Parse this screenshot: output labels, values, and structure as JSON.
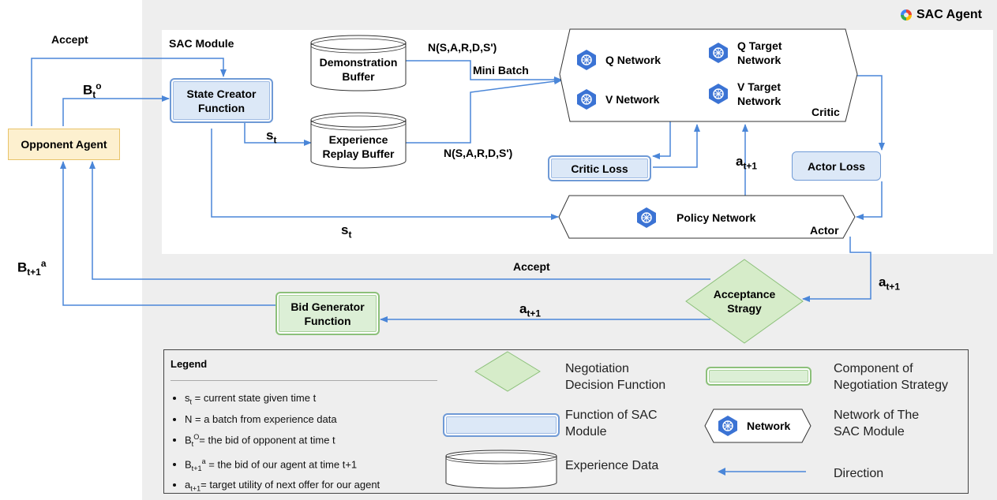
{
  "agent_title": "SAC Agent",
  "module_title": "SAC Module",
  "nodes": {
    "opponent": "Opponent Agent",
    "state_creator": [
      "State Creator",
      "Function"
    ],
    "demo_buffer": [
      "Demonstration",
      "Buffer"
    ],
    "exp_buffer": [
      "Experience",
      "Replay Buffer"
    ],
    "q_network": "Q Network",
    "v_network": "V Network",
    "q_target": [
      "Q Target",
      "Network"
    ],
    "v_target": [
      "V Target",
      "Network"
    ],
    "critic": "Critic",
    "critic_loss": "Critic Loss",
    "actor_loss": "Actor Loss",
    "policy": "Policy Network",
    "actor": "Actor",
    "acceptance": [
      "Acceptance",
      "Stragy"
    ],
    "bid_gen": [
      "Bid Generator",
      "Function"
    ]
  },
  "edge_labels": {
    "accept_top": "Accept",
    "bt_o": "B",
    "bt_o_sub": "t",
    "bt_o_sup": "o",
    "st": "s",
    "st_sub": "t",
    "n_top": "N(S,A,R,D,S')",
    "mini_batch": "Mini Batch",
    "n_bottom": "N(S,A,R,D,S')",
    "a": "a",
    "a_sub": "t+1",
    "accept_mid": "Accept",
    "b_ta": "B",
    "b_ta_sub": "t+1",
    "b_ta_sup": "a"
  },
  "legend": {
    "title": "Legend",
    "items": [
      {
        "main": "s",
        "sub": "t",
        "sup": "",
        "rest": " = current state given time t"
      },
      {
        "main": "N",
        "sub": "",
        "sup": "",
        "rest": " = a batch from experience data"
      },
      {
        "main": "B",
        "sub": "t",
        "sup": "O",
        "rest": "= the bid of opponent at time t"
      },
      {
        "main": "B",
        "sub": "t+1",
        "sup": "a",
        "rest": " = the bid of our agent at time t+1"
      },
      {
        "main": "a",
        "sub": "t+1",
        "sup": "",
        "rest": "= target utility of next offer for our agent"
      }
    ],
    "neg_decision": [
      "Negotiation",
      "Decision Function"
    ],
    "component": [
      "Component of",
      "Negotiation Strategy"
    ],
    "function_sac": [
      "Function of SAC",
      "Module"
    ],
    "network_sample": "Network",
    "network_of": [
      "Network of The",
      "SAC Module"
    ],
    "experience": "Experience Data",
    "direction": "Direction"
  },
  "colors": {
    "line": "#4a86d8",
    "agent_bg": "#eeeeee",
    "net_icon": "#3b73d4"
  }
}
